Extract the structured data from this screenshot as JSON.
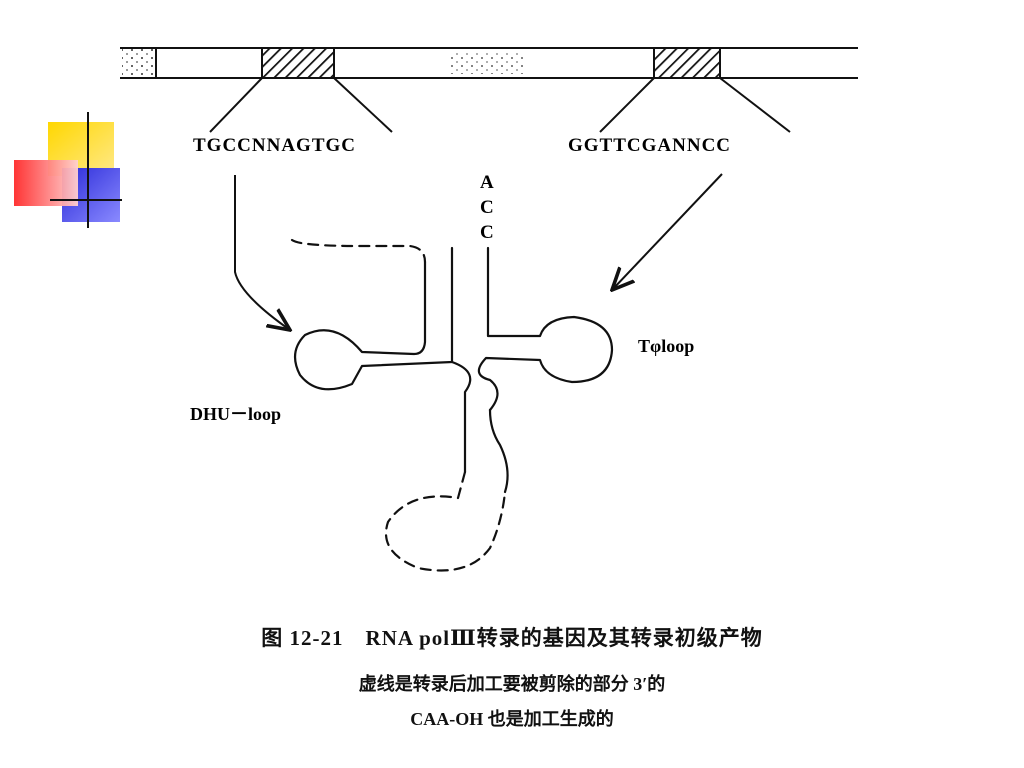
{
  "diagram": {
    "box_a_sequence": "TGCCNNAGTGC",
    "box_b_sequence": "GGTTCGANNCC",
    "acceptor_3prime": [
      "A",
      "C",
      "C"
    ],
    "dhu_loop_label": "DHU－loop",
    "tpsi_loop_label": "Tφloop"
  },
  "caption": {
    "line1": "图 12-21　RNA polⅢ转录的基因及其转录初级产物",
    "line2": "虚线是转录后加工要被剪除的部分 3′的",
    "line3": "CAA-OH 也是加工生成的"
  },
  "colors": {
    "ink": "#111111",
    "deco_yellow": "#ffd700",
    "deco_red": "#ff3b3b",
    "deco_blue": "#3b3bdd"
  }
}
